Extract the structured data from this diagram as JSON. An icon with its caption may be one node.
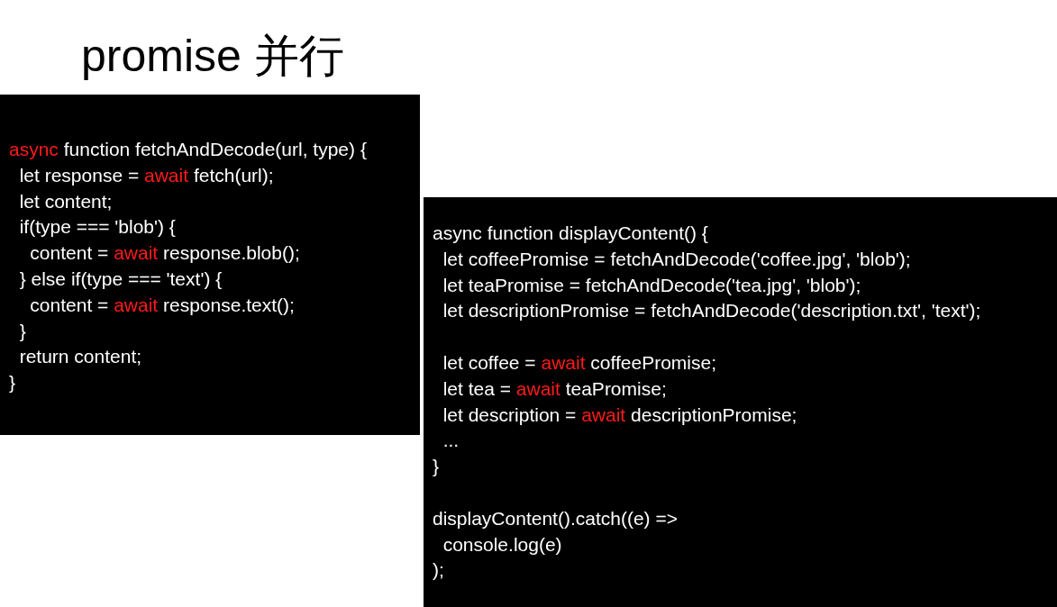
{
  "diagram": {
    "title": "promise 并行",
    "nodes": [
      {
        "text": [
          "**async** function fetchAndDecode(url, type) {",
          "  let response = **await** fetch(url);",
          "  let content;",
          "  if(type === 'blob') {",
          "    content = **await** response.blob();",
          "  } else if(type === 'text') {",
          "    content = **await** response.text();",
          "  }",
          "  return content;",
          "}"
        ]
      },
      {
        "text": [
          "async function displayContent() {",
          "  let coffeePromise = fetchAndDecode('coffee.jpg', 'blob');",
          "  let teaPromise = fetchAndDecode('tea.jpg', 'blob');",
          "  let descriptionPromise = fetchAndDecode('description.txt', 'text');",
          "  let coffee = **await** coffeePromise;",
          "  let tea = **await** teaPromise;",
          "  let description = **await** descriptionPromise;",
          "  ...",
          "}",
          "displayContent().catch((e) =>",
          "  console.log(e)",
          ");"
        ]
      }
    ],
    "edges": []
  }
}
